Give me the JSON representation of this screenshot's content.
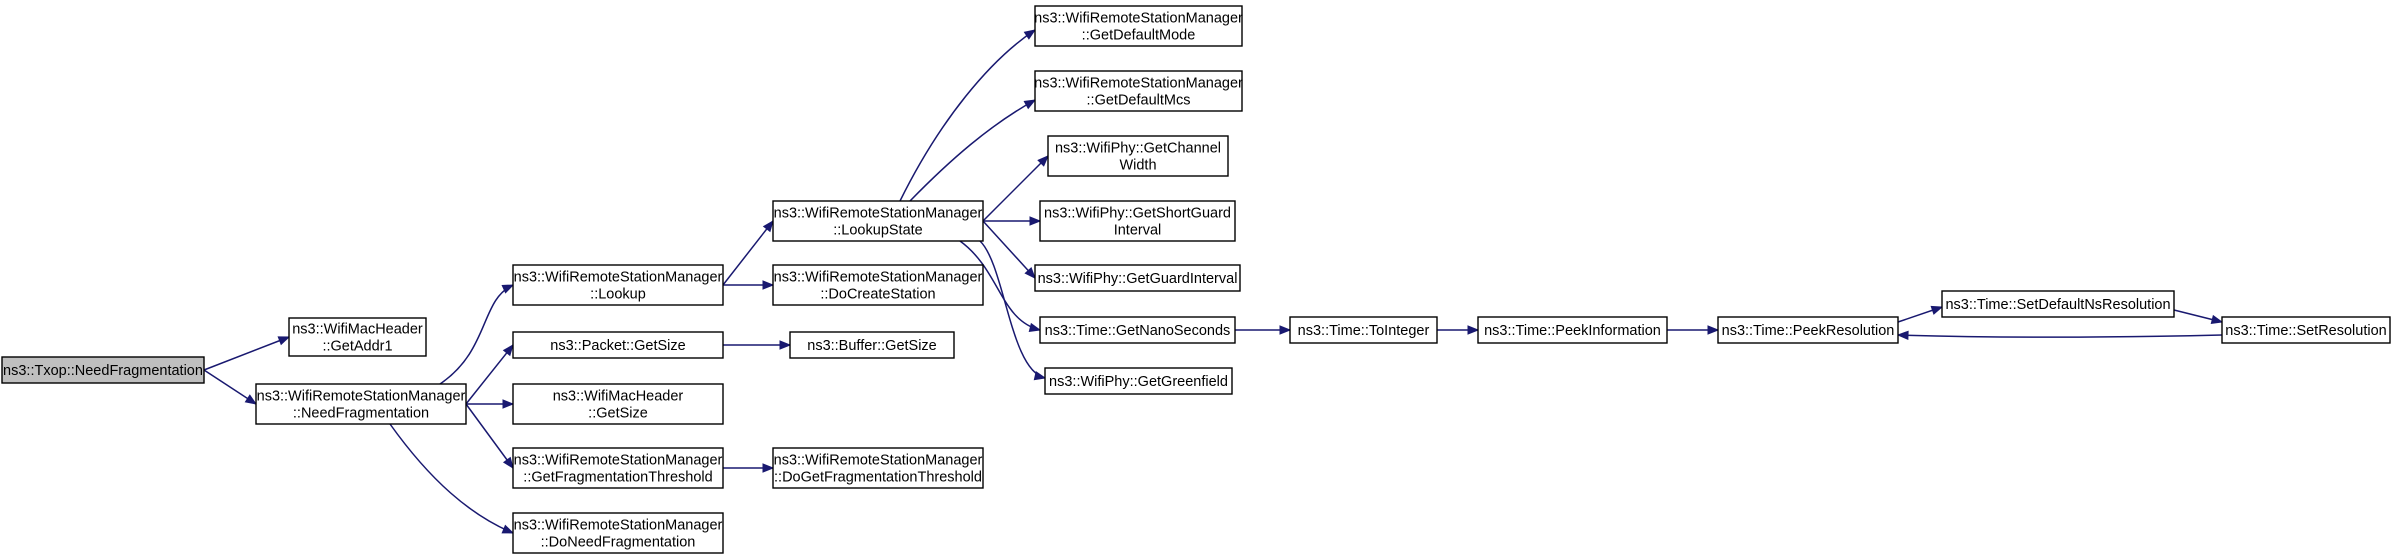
{
  "diagram": {
    "edge_color": "#191970",
    "node_fill": "#ffffff",
    "root_fill": "#bfbfbf",
    "nodes": [
      {
        "id": "n0",
        "lines": [
          "ns3::Txop::NeedFragmentation"
        ],
        "highlight": true
      },
      {
        "id": "n1",
        "lines": [
          "ns3::WifiMacHeader",
          "::GetAddr1"
        ]
      },
      {
        "id": "n2",
        "lines": [
          "ns3::WifiRemoteStationManager",
          "::NeedFragmentation"
        ]
      },
      {
        "id": "n3",
        "lines": [
          "ns3::WifiRemoteStationManager",
          "::Lookup"
        ]
      },
      {
        "id": "n4",
        "lines": [
          "ns3::Packet::GetSize"
        ]
      },
      {
        "id": "n5",
        "lines": [
          "ns3::WifiMacHeader",
          "::GetSize"
        ]
      },
      {
        "id": "n6",
        "lines": [
          "ns3::WifiRemoteStationManager",
          "::GetFragmentationThreshold"
        ]
      },
      {
        "id": "n7",
        "lines": [
          "ns3::WifiRemoteStationManager",
          "::DoNeedFragmentation"
        ]
      },
      {
        "id": "n8",
        "lines": [
          "ns3::WifiRemoteStationManager",
          "::LookupState"
        ]
      },
      {
        "id": "n9",
        "lines": [
          "ns3::WifiRemoteStationManager",
          "::DoCreateStation"
        ]
      },
      {
        "id": "n10",
        "lines": [
          "ns3::Buffer::GetSize"
        ]
      },
      {
        "id": "n11",
        "lines": [
          "ns3::WifiRemoteStationManager",
          "::DoGetFragmentationThreshold"
        ]
      },
      {
        "id": "n12",
        "lines": [
          "ns3::WifiRemoteStationManager",
          "::GetDefaultMode"
        ]
      },
      {
        "id": "n13",
        "lines": [
          "ns3::WifiRemoteStationManager",
          "::GetDefaultMcs"
        ]
      },
      {
        "id": "n14",
        "lines": [
          "ns3::WifiPhy::GetChannel",
          "Width"
        ]
      },
      {
        "id": "n15",
        "lines": [
          "ns3::WifiPhy::GetShortGuard",
          "Interval"
        ]
      },
      {
        "id": "n16",
        "lines": [
          "ns3::WifiPhy::GetGuardInterval"
        ]
      },
      {
        "id": "n17",
        "lines": [
          "ns3::Time::GetNanoSeconds"
        ]
      },
      {
        "id": "n18",
        "lines": [
          "ns3::WifiPhy::GetGreenfield"
        ]
      },
      {
        "id": "n19",
        "lines": [
          "ns3::Time::ToInteger"
        ]
      },
      {
        "id": "n20",
        "lines": [
          "ns3::Time::PeekInformation"
        ]
      },
      {
        "id": "n21",
        "lines": [
          "ns3::Time::PeekResolution"
        ]
      },
      {
        "id": "n22",
        "lines": [
          "ns3::Time::SetDefaultNsResolution"
        ]
      },
      {
        "id": "n23",
        "lines": [
          "ns3::Time::SetResolution"
        ]
      }
    ],
    "edges": [
      {
        "from": "n0",
        "to": "n1"
      },
      {
        "from": "n0",
        "to": "n2"
      },
      {
        "from": "n2",
        "to": "n3"
      },
      {
        "from": "n2",
        "to": "n4"
      },
      {
        "from": "n2",
        "to": "n5"
      },
      {
        "from": "n2",
        "to": "n6"
      },
      {
        "from": "n2",
        "to": "n7"
      },
      {
        "from": "n3",
        "to": "n8"
      },
      {
        "from": "n3",
        "to": "n9"
      },
      {
        "from": "n4",
        "to": "n10"
      },
      {
        "from": "n6",
        "to": "n11"
      },
      {
        "from": "n8",
        "to": "n12"
      },
      {
        "from": "n8",
        "to": "n13"
      },
      {
        "from": "n8",
        "to": "n14"
      },
      {
        "from": "n8",
        "to": "n15"
      },
      {
        "from": "n8",
        "to": "n16"
      },
      {
        "from": "n8",
        "to": "n17"
      },
      {
        "from": "n8",
        "to": "n18"
      },
      {
        "from": "n17",
        "to": "n19"
      },
      {
        "from": "n19",
        "to": "n20"
      },
      {
        "from": "n20",
        "to": "n21"
      },
      {
        "from": "n21",
        "to": "n22"
      },
      {
        "from": "n22",
        "to": "n23"
      },
      {
        "from": "n23",
        "to": "n21"
      }
    ]
  }
}
